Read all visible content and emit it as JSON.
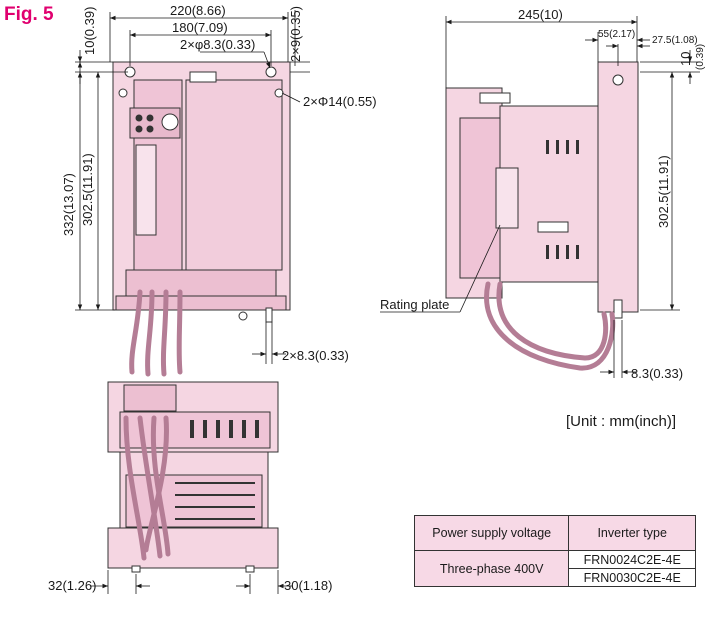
{
  "figure_title": "Fig. 5",
  "front_view": {
    "width_overall": "220(8.66)",
    "width_mount": "180(7.09)",
    "mount_holes_top": "2×φ8.3(0.33)",
    "top_offset_right": "2×9(0.35)",
    "top_offset_left": "10(0.39)",
    "height_overall": "332(13.07)",
    "height_mount": "302.5(11.91)",
    "large_holes": "2×Φ14(0.55)",
    "mount_holes_bottom": "2×8.3(0.33)"
  },
  "side_view": {
    "depth_overall": "245(10)",
    "depth_part": "55(2.17)",
    "flange": "27.5(1.08)",
    "offset_value": "10",
    "offset_inch": "(0.39)",
    "height_mount": "302.5(11.91)",
    "hole": "8.3(0.33)",
    "rating_plate_label": "Rating plate"
  },
  "bottom_view": {
    "left_offset": "32(1.26)",
    "right_offset": "30(1.18)"
  },
  "unit_note": "[Unit : mm(inch)]",
  "table": {
    "col_voltage": "Power supply voltage",
    "col_type": "Inverter type",
    "voltage": "Three-phase 400V",
    "models": [
      "FRN0024C2E-4E",
      "FRN0030C2E-4E"
    ]
  },
  "colors": {
    "body_fill": "#f5d6e2",
    "accent": "#e0006f",
    "outline": "#333333"
  }
}
